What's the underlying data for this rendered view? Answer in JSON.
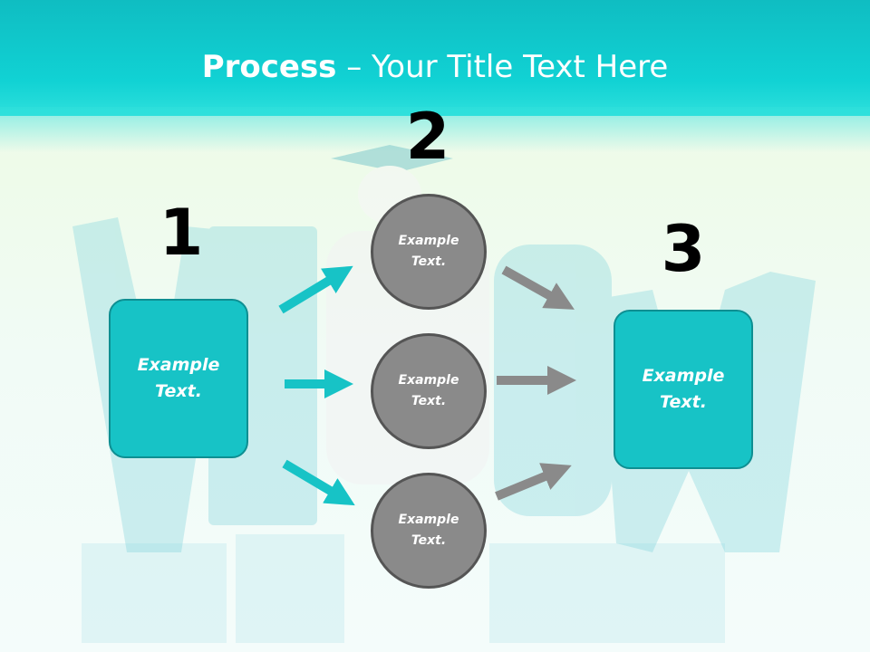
{
  "title": {
    "bold": "Process",
    "rest": " – Your Title Text Here"
  },
  "steps": [
    {
      "number": "1"
    },
    {
      "number": "2"
    },
    {
      "number": "3"
    }
  ],
  "left_box": {
    "text": "Example Text."
  },
  "right_box": {
    "text": "Example Text."
  },
  "circles": [
    {
      "text": "Example Text."
    },
    {
      "text": "Example Text."
    },
    {
      "text": "Example Text."
    }
  ],
  "colors": {
    "header": "#11d2d4",
    "box_fill": "#17c3c6",
    "box_border": "#0e8f92",
    "circle_fill": "#8a8a8a",
    "circle_border": "#555555",
    "arrow_cyan": "#17c3c6",
    "arrow_gray": "#8a8a8a"
  }
}
